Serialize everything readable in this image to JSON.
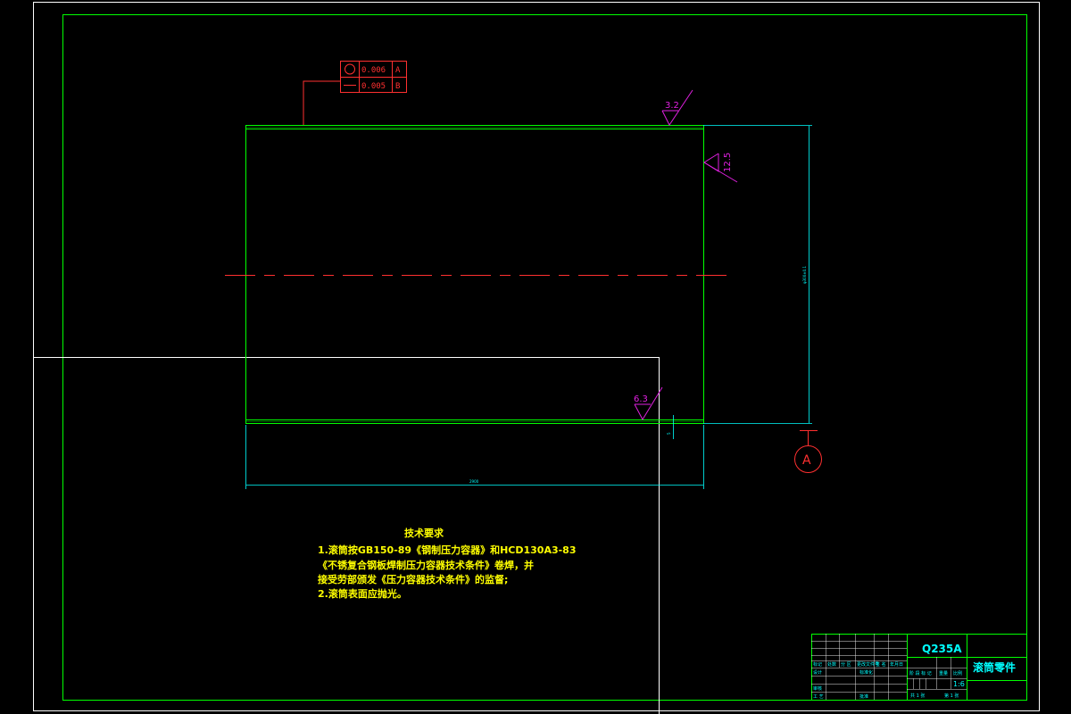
{
  "colors": {
    "background": "#000000",
    "frame": "#00ff00",
    "dimension": "#00ffff",
    "annotation": "#e020e0",
    "tolerance": "#ff3030",
    "text": "#ffff00",
    "crosshair": "#ffffff"
  },
  "tolerance_frame": {
    "row1": {
      "symbol": "circularity",
      "value": "0.006",
      "datum": "A"
    },
    "row2": {
      "symbol": "straightness",
      "value": "0.005",
      "datum": "B"
    }
  },
  "roughness": {
    "top": "3.2",
    "side": "12.5",
    "bottom": "6.3"
  },
  "dimensions": {
    "diameter": "φ300±0.1",
    "length": "2900",
    "wall": "5"
  },
  "datum_label": "A",
  "technical_requirements": {
    "heading": "技术要求",
    "lines": [
      "1.滚筒按GB150-89《钢制压力容器》和HCD130A3-83",
      "《不锈复合钢板焊制压力容器技术条件》卷焊，并",
      "接受劳部颁发《压力容器技术条件》的监督;",
      "2.滚筒表面应抛光。"
    ]
  },
  "title_block": {
    "material": "Q235A",
    "part_name": "滚筒零件",
    "scale": "1:6",
    "sheet_total": "共 1 张",
    "sheet_no": "第 1 张",
    "headers": [
      "标记",
      "处数",
      "分 区",
      "更改文件号",
      "签 名",
      "年月日"
    ],
    "label_design": "设计",
    "label_standard": "标准化",
    "label_stage": "阶 段 标 记",
    "label_weight": "重量",
    "label_scale": "比例",
    "label_review": "审核",
    "label_process": "工 艺",
    "label_approve": "批准"
  }
}
